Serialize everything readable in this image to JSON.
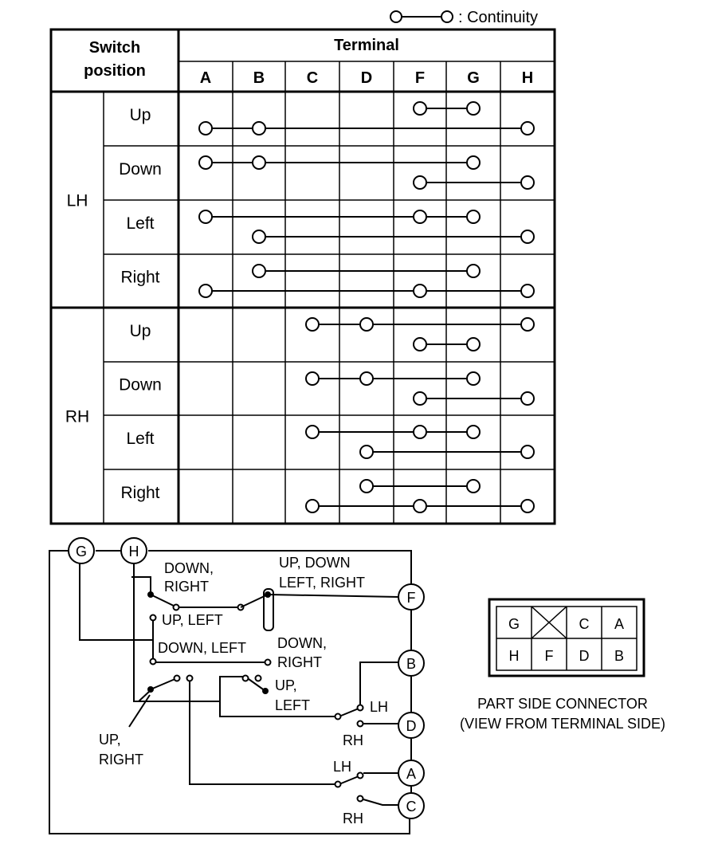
{
  "legend": {
    "text": ": Continuity"
  },
  "table": {
    "switch_header": [
      "Switch",
      "position"
    ],
    "terminal_header": "Terminal",
    "terminals": [
      "A",
      "B",
      "C",
      "D",
      "F",
      "G",
      "H"
    ],
    "groups": [
      {
        "label": "LH",
        "rows": [
          {
            "label": "Up",
            "top": [
              "F",
              "G"
            ],
            "bottom": [
              "A",
              "B",
              "H"
            ]
          },
          {
            "label": "Down",
            "top": [
              "A",
              "B",
              "G"
            ],
            "bottom": [
              "F",
              "H"
            ]
          },
          {
            "label": "Left",
            "top": [
              "A",
              "F",
              "G"
            ],
            "bottom": [
              "B",
              "H"
            ]
          },
          {
            "label": "Right",
            "top": [
              "B",
              "G"
            ],
            "bottom": [
              "A",
              "F",
              "H"
            ]
          }
        ]
      },
      {
        "label": "RH",
        "rows": [
          {
            "label": "Up",
            "top": [
              "C",
              "D",
              "H"
            ],
            "bottom": [
              "F",
              "G"
            ]
          },
          {
            "label": "Down",
            "top": [
              "C",
              "D",
              "G"
            ],
            "bottom": [
              "F",
              "H"
            ]
          },
          {
            "label": "Left",
            "top": [
              "C",
              "F",
              "G"
            ],
            "bottom": [
              "D",
              "H"
            ]
          },
          {
            "label": "Right",
            "top": [
              "D",
              "G"
            ],
            "bottom": [
              "C",
              "F",
              "H"
            ]
          }
        ]
      }
    ]
  },
  "circuit": {
    "terminals": {
      "G": "G",
      "H": "H",
      "F": "F",
      "B": "B",
      "D": "D",
      "A": "A",
      "C": "C"
    },
    "labels": {
      "down_right_1": "DOWN,",
      "down_right_2": "RIGHT",
      "up_down_1": "UP, DOWN",
      "up_down_2": "LEFT, RIGHT",
      "up_left_a": "UP, LEFT",
      "down_left": "DOWN, LEFT",
      "down_right_b1": "DOWN,",
      "down_right_b2": "RIGHT",
      "up_left_b1": "UP,",
      "up_left_b2": "LEFT",
      "lh_1": "LH",
      "rh_1": "RH",
      "up_right_1": "UP,",
      "up_right_2": "RIGHT",
      "lh_2": "LH",
      "rh_2": "RH"
    }
  },
  "connector": {
    "cells_top": [
      "G",
      "",
      "C",
      "A"
    ],
    "cells_bottom": [
      "H",
      "F",
      "D",
      "B"
    ],
    "caption_1": "PART SIDE CONNECTOR",
    "caption_2": "(VIEW FROM TERMINAL SIDE)"
  }
}
